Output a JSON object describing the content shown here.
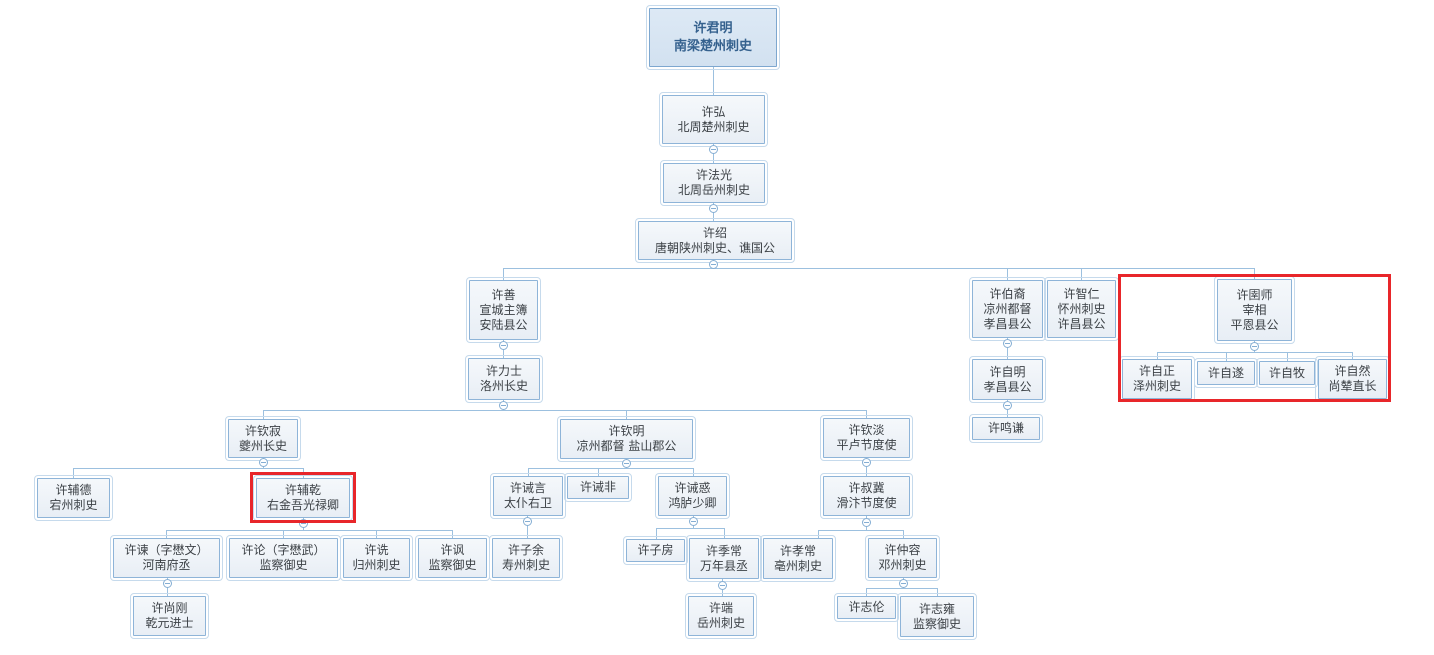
{
  "colors": {
    "highlight_red": "#e8262a",
    "box_border_blue": "#8eb4d8",
    "box_outline_blue": "#c6daec",
    "connector_blue": "#9cc0df",
    "root_fill": "#d8e4f1",
    "root_text": "#35618e",
    "node_text": "#3c4146"
  },
  "nodes": {
    "junming": [
      "许君明",
      "南梁楚州刺史"
    ],
    "hong": [
      "许弘",
      "北周楚州刺史"
    ],
    "faguang": [
      "许法光",
      "北周岳州刺史"
    ],
    "shao": [
      "许绍",
      "唐朝陕州刺史、谯国公"
    ],
    "shan": [
      "许善",
      "宣城主簿",
      "安陆县公"
    ],
    "lishi": [
      "许力士",
      "洛州长史"
    ],
    "boyi": [
      "许伯裔",
      "凉州都督",
      "孝昌县公"
    ],
    "zhiren": [
      "许智仁",
      "怀州刺史",
      "许昌县公"
    ],
    "yushi": [
      "许圉师",
      "宰相",
      "平恩县公"
    ],
    "ziming": [
      "许自明",
      "孝昌县公"
    ],
    "zizheng": [
      "许自正",
      "泽州刺史"
    ],
    "zisui": [
      "许自遂"
    ],
    "zimu": [
      "许自牧"
    ],
    "ziran": [
      "许自然",
      "尚辇直长"
    ],
    "mingqian": [
      "许鸣谦"
    ],
    "qinji": [
      "许钦寂",
      "夔州长史"
    ],
    "qinming": [
      "许钦明",
      "凉州都督 盐山郡公"
    ],
    "qindan": [
      "许钦淡",
      "平卢节度使"
    ],
    "fude": [
      "许辅德",
      "宕州刺史"
    ],
    "fuqian": [
      "许辅乾",
      "右金吾光禄卿"
    ],
    "jieyan": [
      "许诫言",
      "太仆右卫"
    ],
    "jiefei": [
      "许诫非"
    ],
    "jiehuo": [
      "许诫惑",
      "鸿胪少卿"
    ],
    "shuji": [
      "许叔冀",
      "滑汴节度使"
    ],
    "jian": [
      "许谏（字懋文）",
      "河南府丞"
    ],
    "lun": [
      "许论（字懋武）",
      "监察御史"
    ],
    "shen": [
      "许诜",
      "归州刺史"
    ],
    "feng": [
      "许讽",
      "监察御史"
    ],
    "ziyu": [
      "许子余",
      "寿州刺史"
    ],
    "zifang": [
      "许子房"
    ],
    "jichang": [
      "许季常",
      "万年县丞"
    ],
    "xiaochang": [
      "许孝常",
      "亳州刺史"
    ],
    "zhongrong": [
      "许仲容",
      "邓州刺史"
    ],
    "shanggang": [
      "许尚刚",
      "乾元进士"
    ],
    "duan": [
      "许端",
      "岳州刺史"
    ],
    "zhilun": [
      "许志伦"
    ],
    "zhiyong": [
      "许志雍",
      "监察御史"
    ]
  }
}
